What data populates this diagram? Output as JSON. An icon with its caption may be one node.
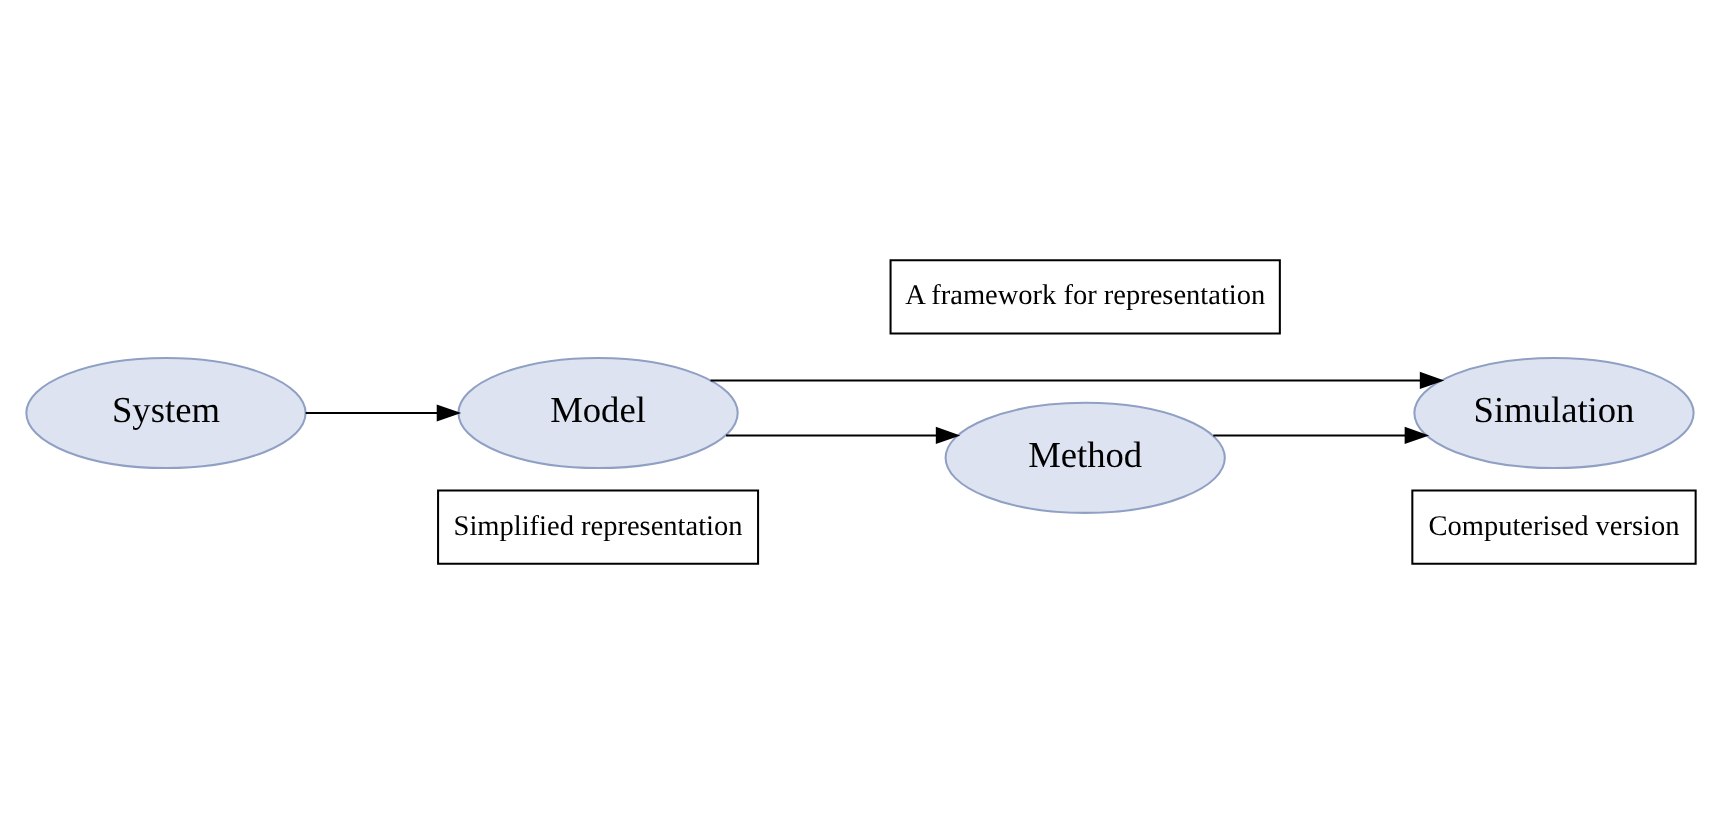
{
  "diagram": {
    "nodes": [
      {
        "text": [
          "Simplified representation"
        ]
      },
      {
        "text": [
          "Computerised version"
        ]
      },
      {
        "text": [
          "System"
        ]
      },
      {
        "text": [
          "Model"
        ]
      },
      {
        "text": [
          "Simulation"
        ]
      },
      {
        "text": [
          "Method"
        ]
      },
      {
        "text": [
          "A framework for representation"
        ]
      }
    ],
    "edges": [
      {
        "from": 2,
        "to": 3,
        "arrow": "to"
      },
      {
        "from": 3,
        "to": 4,
        "arrow": "to"
      },
      {
        "from": 3,
        "to": 5,
        "arrow": "to"
      },
      {
        "from": 5,
        "to": 4,
        "arrow": "to"
      }
    ]
  }
}
